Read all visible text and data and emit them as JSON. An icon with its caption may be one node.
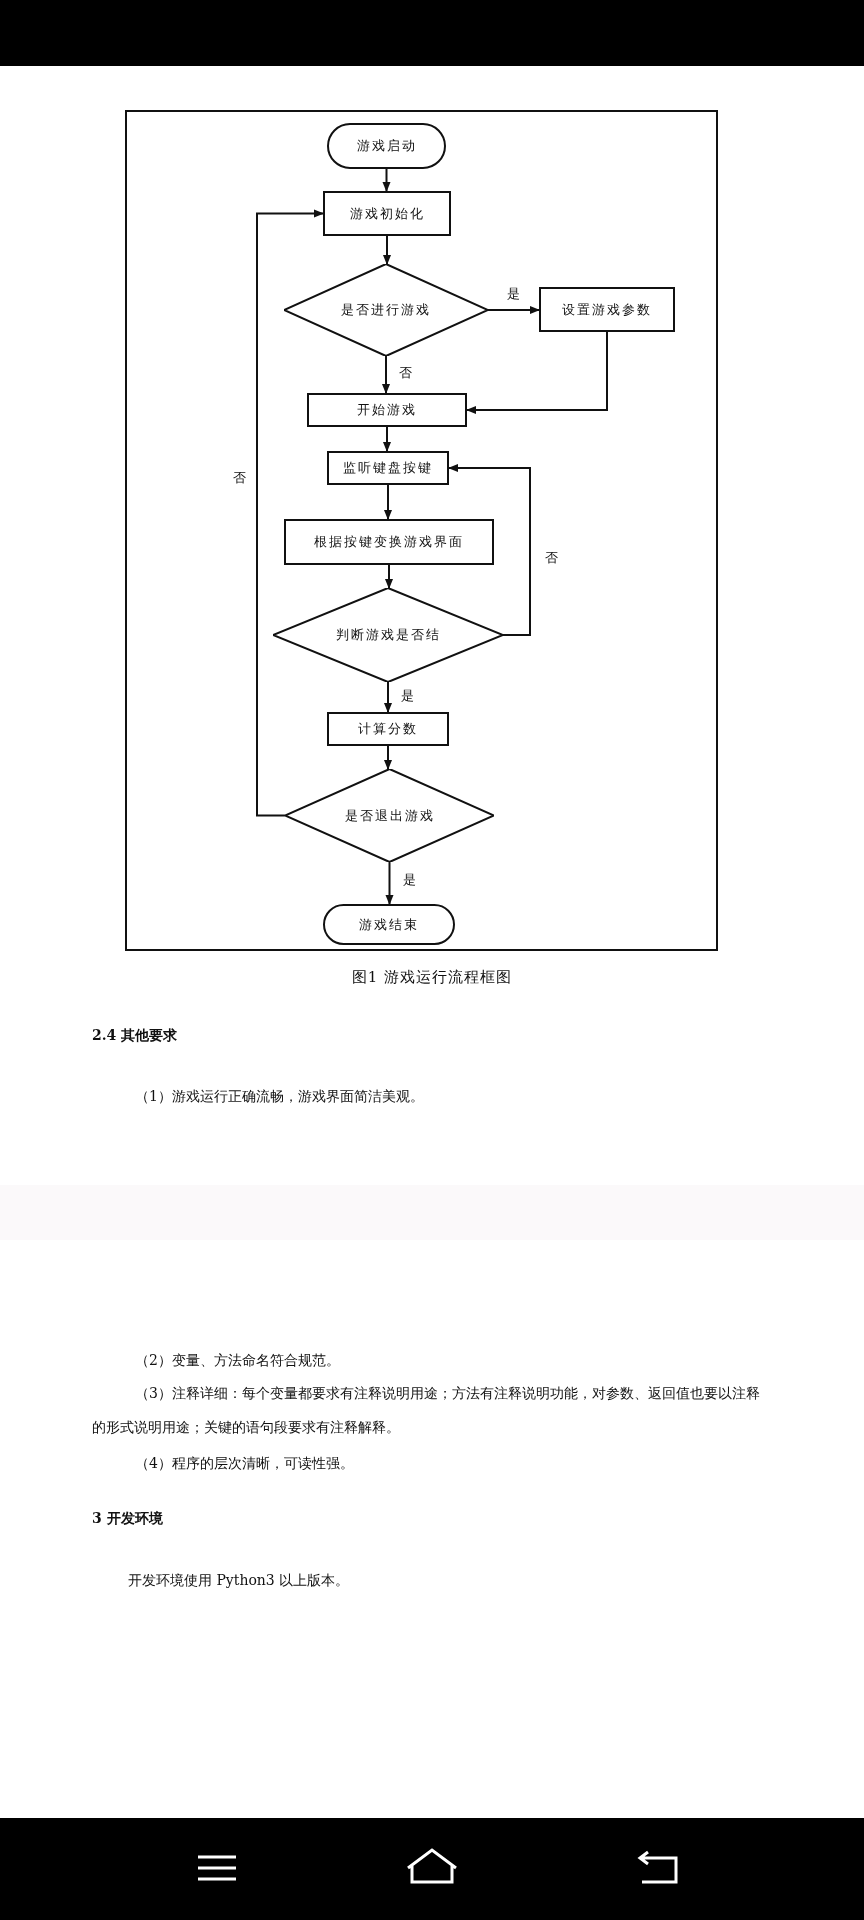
{
  "diagram": {
    "caption": "图1 游戏运行流程框图",
    "nodes": [
      {
        "text": [
          "游戏启动"
        ]
      },
      {
        "text": [
          "游戏初始化"
        ]
      },
      {
        "text": [
          "是否进行游戏"
        ]
      },
      {
        "text": [
          "设置游戏参数"
        ]
      },
      {
        "text": [
          "开始游戏"
        ]
      },
      {
        "text": [
          "监听键盘按键"
        ]
      },
      {
        "text": [
          "根据按键变换游戏界面"
        ]
      },
      {
        "text": [
          "判断游戏是否结"
        ]
      },
      {
        "text": [
          "计算分数"
        ]
      },
      {
        "text": [
          "是否退出游戏"
        ]
      },
      {
        "text": [
          "游戏结束"
        ]
      }
    ],
    "edges": [
      {
        "from": 0,
        "to": 1,
        "arrow": "to"
      },
      {
        "from": 1,
        "to": 2,
        "arrow": "to"
      },
      {
        "from": 2,
        "to": 3,
        "arrow": "to",
        "label": "是"
      },
      {
        "from": 2,
        "to": 4,
        "arrow": "to",
        "label": "否"
      },
      {
        "from": 3,
        "to": 4,
        "arrow": "to"
      },
      {
        "from": 4,
        "to": 5,
        "arrow": "to"
      },
      {
        "from": 5,
        "to": 6,
        "arrow": "to"
      },
      {
        "from": 6,
        "to": 7,
        "arrow": "to"
      },
      {
        "from": 7,
        "to": 5,
        "arrow": "to",
        "label": "否"
      },
      {
        "from": 7,
        "to": 8,
        "arrow": "to",
        "label": "是"
      },
      {
        "from": 8,
        "to": 9,
        "arrow": "to"
      },
      {
        "from": 9,
        "to": 1,
        "arrow": "to",
        "label": "否"
      },
      {
        "from": 9,
        "to": 10,
        "arrow": "to",
        "label": "是"
      }
    ],
    "labels": [
      "2.4 其他要求",
      "（1）游戏运行正确流畅，游戏界面简洁美观。",
      "（2）变量、方法命名符合规范。",
      "（3）注释详细：每个变量都要求有注释说明用途；方法有注释说明功能，对参数、返回值也要以注释的形式说明用途；关键的语句段要求有注释解释。",
      "（4）程序的层次清晰，可读性强。",
      "3 开发环境",
      "开发环境使用 Python3 以上版本。"
    ]
  }
}
